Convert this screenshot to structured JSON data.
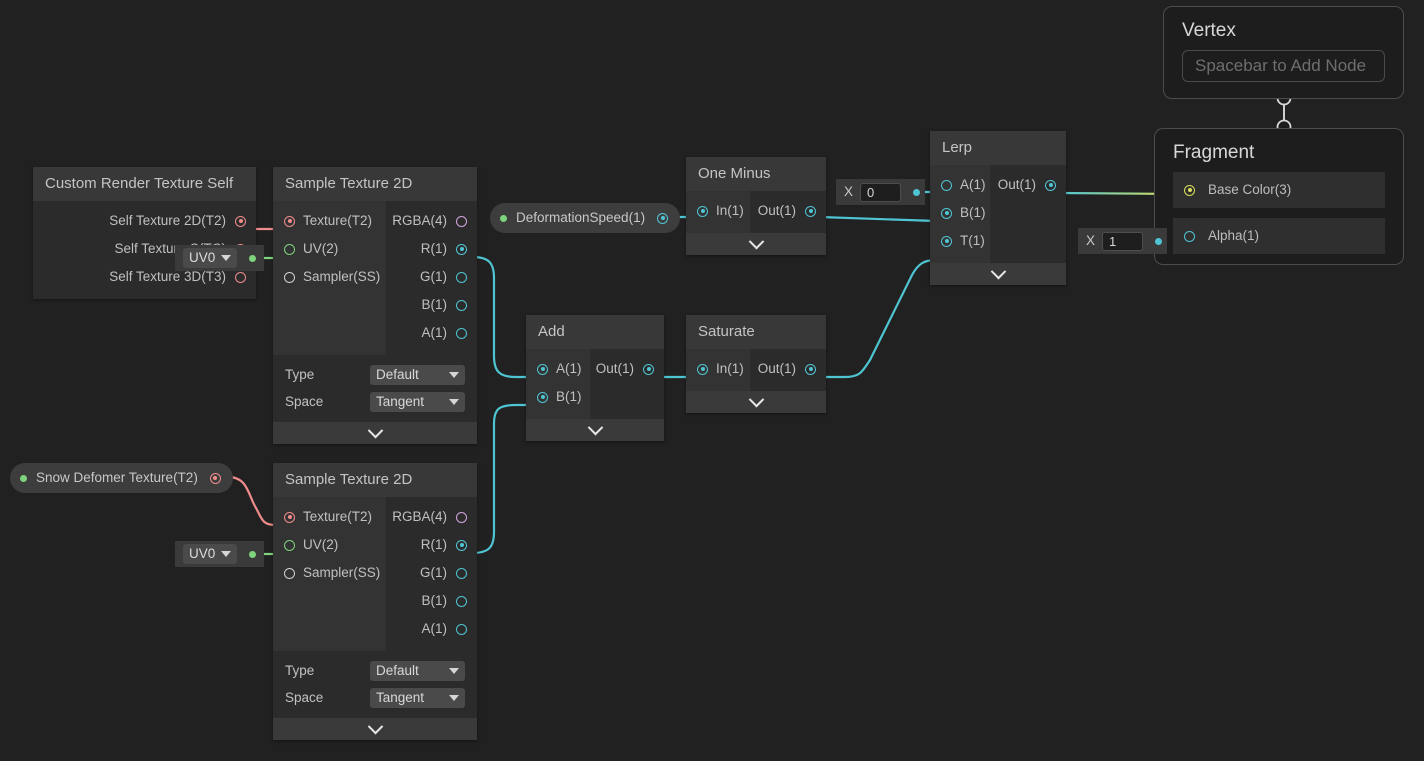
{
  "app": {
    "name": "shader-graph-editor",
    "background": "#212121"
  },
  "colors": {
    "wire_cyan": "#4fc5d3",
    "wire_red": "#f08c8c",
    "wire_green": "#7ed47e",
    "wire_yellow": "#d8e05a",
    "node_header": "#383838",
    "node_body": "#292929"
  },
  "nodes": {
    "custom_render_texture_self": {
      "title": "Custom Render Texture Self",
      "outputs": [
        {
          "label": "Self Texture 2D(T2)",
          "color": "red",
          "filled": true
        },
        {
          "label": "Self Texture C(TC)",
          "color": "red",
          "filled": true
        },
        {
          "label": "Self Texture 3D(T3)",
          "color": "red",
          "filled": false
        }
      ]
    },
    "sample_texture_2d_top": {
      "title": "Sample Texture 2D",
      "inputs": [
        {
          "label": "Texture(T2)",
          "color": "red",
          "filled": true
        },
        {
          "label": "UV(2)",
          "color": "green",
          "filled": false
        },
        {
          "label": "Sampler(SS)",
          "color": "white",
          "filled": false
        }
      ],
      "outputs": [
        {
          "label": "RGBA(4)",
          "color": "pink",
          "filled": false
        },
        {
          "label": "R(1)",
          "color": "cyan",
          "filled": true
        },
        {
          "label": "G(1)",
          "color": "cyan",
          "filled": false
        },
        {
          "label": "B(1)",
          "color": "cyan",
          "filled": false
        },
        {
          "label": "A(1)",
          "color": "cyan",
          "filled": false
        }
      ],
      "settings": [
        {
          "label": "Type",
          "value": "Default"
        },
        {
          "label": "Space",
          "value": "Tangent"
        }
      ]
    },
    "sample_texture_2d_bottom": {
      "title": "Sample Texture 2D",
      "inputs": [
        {
          "label": "Texture(T2)",
          "color": "red",
          "filled": true
        },
        {
          "label": "UV(2)",
          "color": "green",
          "filled": false
        },
        {
          "label": "Sampler(SS)",
          "color": "white",
          "filled": false
        }
      ],
      "outputs": [
        {
          "label": "RGBA(4)",
          "color": "pink",
          "filled": false
        },
        {
          "label": "R(1)",
          "color": "cyan",
          "filled": true
        },
        {
          "label": "G(1)",
          "color": "cyan",
          "filled": false
        },
        {
          "label": "B(1)",
          "color": "cyan",
          "filled": false
        },
        {
          "label": "A(1)",
          "color": "cyan",
          "filled": false
        }
      ],
      "settings": [
        {
          "label": "Type",
          "value": "Default"
        },
        {
          "label": "Space",
          "value": "Tangent"
        }
      ]
    },
    "add": {
      "title": "Add",
      "inputs": [
        {
          "label": "A(1)",
          "color": "cyan",
          "filled": true
        },
        {
          "label": "B(1)",
          "color": "cyan",
          "filled": true
        }
      ],
      "outputs": [
        {
          "label": "Out(1)",
          "color": "cyan",
          "filled": true
        }
      ]
    },
    "saturate": {
      "title": "Saturate",
      "inputs": [
        {
          "label": "In(1)",
          "color": "cyan",
          "filled": true
        }
      ],
      "outputs": [
        {
          "label": "Out(1)",
          "color": "cyan",
          "filled": true
        }
      ]
    },
    "one_minus": {
      "title": "One Minus",
      "inputs": [
        {
          "label": "In(1)",
          "color": "cyan",
          "filled": true
        }
      ],
      "outputs": [
        {
          "label": "Out(1)",
          "color": "cyan",
          "filled": true
        }
      ]
    },
    "lerp": {
      "title": "Lerp",
      "inputs": [
        {
          "label": "A(1)",
          "color": "cyan",
          "filled": false
        },
        {
          "label": "B(1)",
          "color": "cyan",
          "filled": true
        },
        {
          "label": "T(1)",
          "color": "cyan",
          "filled": true
        }
      ],
      "outputs": [
        {
          "label": "Out(1)",
          "color": "cyan",
          "filled": true
        }
      ]
    }
  },
  "properties": {
    "deformation_speed": {
      "label": "DeformationSpeed(1)"
    },
    "snow_deformer_texture": {
      "label": "Snow Defomer Texture(T2)"
    }
  },
  "uv_slots": {
    "top": {
      "value": "UV0"
    },
    "bottom": {
      "value": "UV0"
    }
  },
  "value_slots": {
    "lerp_a": {
      "axis": "X",
      "value": "0"
    },
    "alpha": {
      "axis": "X",
      "value": "1"
    }
  },
  "master": {
    "vertex": {
      "title": "Vertex",
      "add_node_hint": "Spacebar to Add Node"
    },
    "fragment": {
      "title": "Fragment",
      "blocks": [
        {
          "label": "Base Color(3)",
          "color": "yellow",
          "filled": true
        },
        {
          "label": "Alpha(1)",
          "color": "cyan",
          "filled": false
        }
      ]
    }
  }
}
